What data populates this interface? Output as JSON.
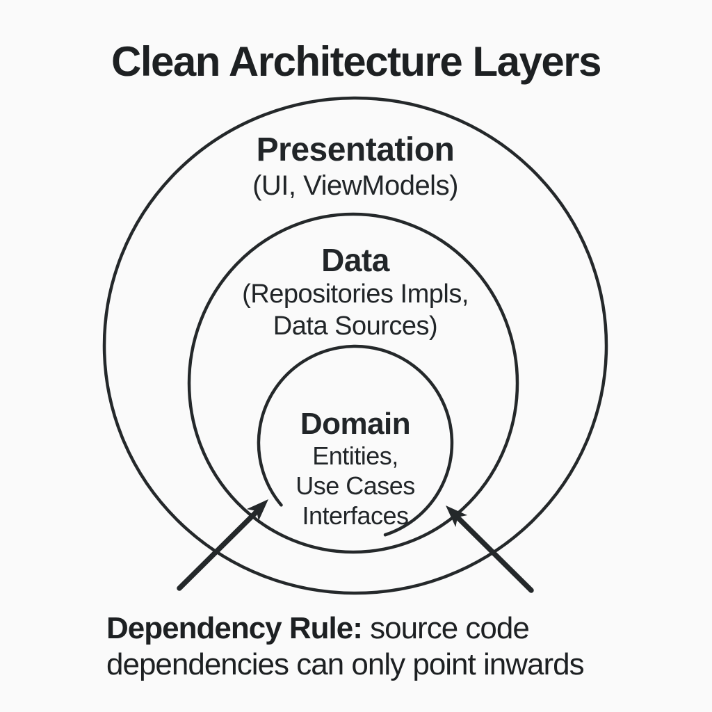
{
  "title": "Clean Architecture Layers",
  "colors": {
    "background": "#fafafa",
    "ink": "#212528"
  },
  "layers": {
    "presentation": {
      "label": "Presentation",
      "sub1": "(UI, ViewModels)"
    },
    "data": {
      "label": "Data",
      "sub1": "(Repositories Impls,",
      "sub2": "Data Sources)"
    },
    "domain": {
      "label": "Domain",
      "sub1": "Entities,",
      "sub2": "Use Cases",
      "sub3": "Interfaces"
    }
  },
  "icons": {
    "left_arrow": "inward-arrow-left",
    "right_arrow": "inward-arrow-right"
  },
  "caption": {
    "lead": "Dependency Rule:",
    "rest": " source code",
    "line2": "dependencies can only point inwards"
  }
}
